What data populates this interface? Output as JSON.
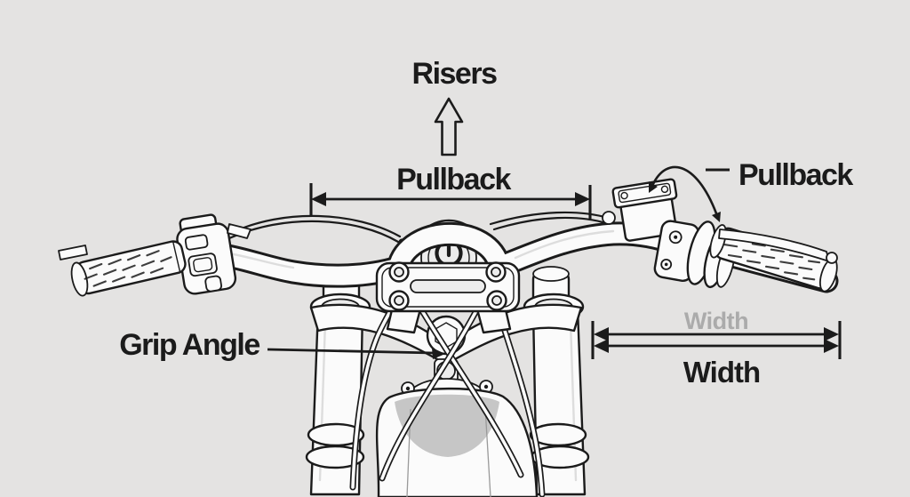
{
  "diagram": {
    "labels": {
      "risers": "Risers",
      "pullback_center": "Pullback",
      "pullback_right": "Pullback",
      "grip_angle": "Grip Angle",
      "width_faded": "Width",
      "width_bold": "Width"
    },
    "colors": {
      "background": "#e4e3e2",
      "ink": "#1b1b1b",
      "part_fill": "#fbfbfb",
      "panel_shade": "#ececec",
      "fender_shadow": "#b9b9b9",
      "faded_label": "#ababab",
      "highlight": "#d6d6d6"
    }
  }
}
